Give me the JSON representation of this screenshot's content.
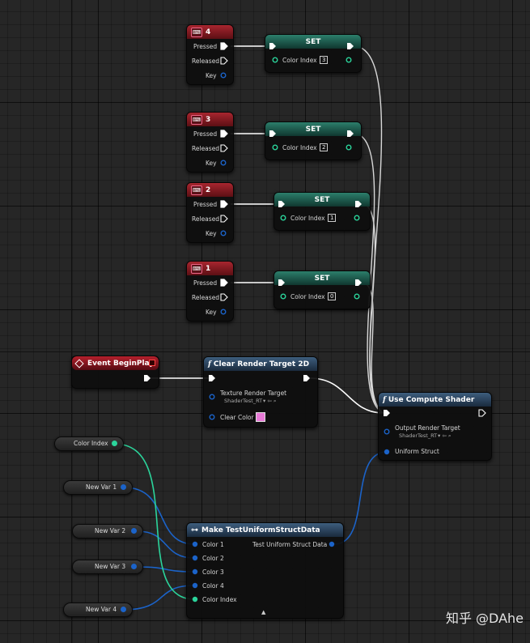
{
  "key_events": [
    {
      "key_label": "4",
      "pressed": "Pressed",
      "released": "Released",
      "key": "Key"
    },
    {
      "key_label": "3",
      "pressed": "Pressed",
      "released": "Released",
      "key": "Key"
    },
    {
      "key_label": "2",
      "pressed": "Pressed",
      "released": "Released",
      "key": "Key"
    },
    {
      "key_label": "1",
      "pressed": "Pressed",
      "released": "Released",
      "key": "Key"
    }
  ],
  "set_nodes": [
    {
      "title": "SET",
      "pin_label": "Color Index",
      "value": "3"
    },
    {
      "title": "SET",
      "pin_label": "Color Index",
      "value": "2"
    },
    {
      "title": "SET",
      "pin_label": "Color Index",
      "value": "1"
    },
    {
      "title": "SET",
      "pin_label": "Color Index",
      "value": "0"
    }
  ],
  "event_begin_play": {
    "title": "Event BeginPlay"
  },
  "clear_render_target": {
    "title": "Clear Render Target 2D",
    "texture_label": "Texture Render Target",
    "texture_value": "ShaderTest_RT",
    "clear_color_label": "Clear Color",
    "clear_color": "#e77ad6"
  },
  "use_compute_shader": {
    "title": "Use Compute Shader",
    "output_label": "Output Render Target",
    "output_value": "ShaderTest_RT",
    "uniform_label": "Uniform Struct"
  },
  "make_struct": {
    "title": "Make TestUniformStructData",
    "inputs": [
      "Color 1",
      "Color 2",
      "Color 3",
      "Color 4",
      "Color Index"
    ],
    "output_label": "Test Uniform Struct Data"
  },
  "variables": {
    "color_index": "Color Index",
    "new_var_1": "New Var 1",
    "new_var_2": "New Var 2",
    "new_var_3": "New Var 3",
    "new_var_4": "New Var 4"
  },
  "watermark": {
    "text": "知乎 @DAhe"
  },
  "colors": {
    "exec_wire": "#ffffff",
    "struct_pin": "#1b63c9",
    "int_pin": "#2bd49b",
    "event_header": "#b5202c",
    "function_header": "#3d5e7e",
    "set_header": "#2c7e6b"
  },
  "icons": {
    "function": "function-icon",
    "event": "diamond-event-icon",
    "key": "keyboard-key-icon",
    "struct": "make-struct-icon"
  }
}
